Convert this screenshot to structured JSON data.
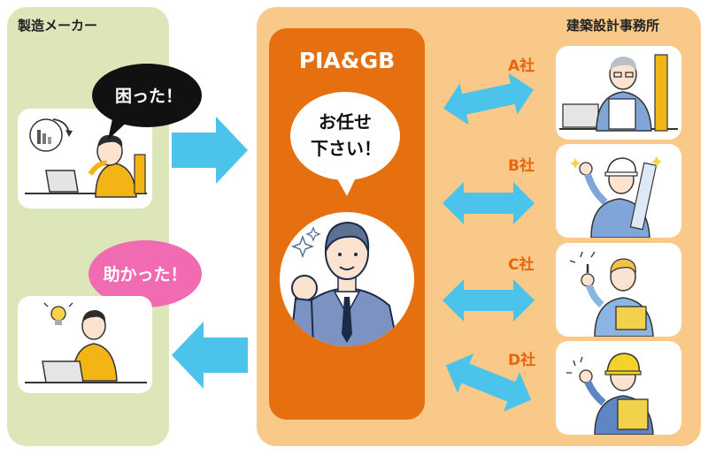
{
  "maker": {
    "title": "製造メーカー"
  },
  "firms": {
    "title": "建築設計事務所",
    "items": [
      {
        "label": "A社"
      },
      {
        "label": "B社"
      },
      {
        "label": "C社"
      },
      {
        "label": "D社"
      }
    ]
  },
  "hub": {
    "title": "PIA&GB"
  },
  "bubbles": {
    "trouble": "困った！",
    "saved": "助かった！",
    "leave_line1": "お任せ",
    "leave_line2": "下さい！"
  },
  "colors": {
    "left_panel": "#dce6b8",
    "right_panel": "#f9c98a",
    "hub": "#e6700f",
    "arrow": "#4bc3ea",
    "firm_label": "#e8650f",
    "bubble_pink": "#f06bb1"
  }
}
